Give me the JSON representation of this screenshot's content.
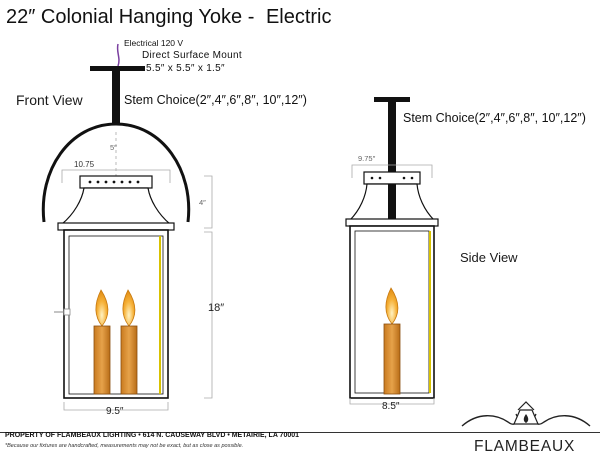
{
  "title": {
    "main": "22″ Colonial Hanging Yoke -",
    "suffix": "Electric"
  },
  "front_view": {
    "label": "Front View",
    "electrical_note": "Electrical 120 V",
    "mount_label": "Direct Surface Mount",
    "mount_dims": "5.5″ x 5.5″ x 1.5″",
    "stem_choice": "Stem Choice(2″,4″,6″,8″, 10″,12″)",
    "dim_yoke_gap": "5″",
    "dim_top_width": "10.75",
    "dim_cap_height": "4″",
    "dim_height": "18″",
    "dim_width": "9.5″"
  },
  "side_view": {
    "label": "Side View",
    "stem_choice": "Stem Choice(2″,4″,6″,8″, 10″,12″)",
    "dim_top_width": "9.75″",
    "dim_width": "8.5″"
  },
  "footer": {
    "company_line": "PROPERTY OF FLAMBEAUX LIGHTING • 614 N. CAUSEWAY BLVD • METAIRIE, LA 70001",
    "disclaimer": "*Because our fixtures are handcrafted, measurements may not be exact, but as close as possible.",
    "brand": "FLAMBEAUX"
  },
  "colors": {
    "metal": "#111111",
    "glass_edge": "#d8c200",
    "candle": "#d48a2a",
    "flame": "#f3a628",
    "wire": "#7a3fa0"
  }
}
